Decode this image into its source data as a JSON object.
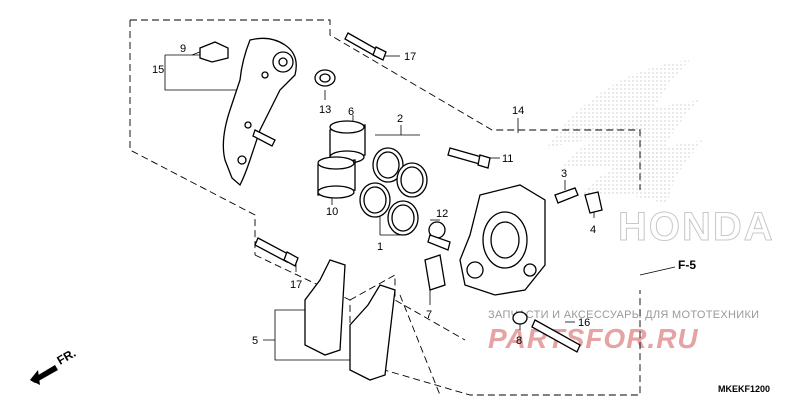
{
  "callouts": {
    "c15": "15",
    "c9": "9",
    "c13": "13",
    "c6": "6",
    "c2": "2",
    "c10": "10",
    "c1": "1",
    "c17a": "17",
    "c17b": "17",
    "c14": "14",
    "c11": "11",
    "c3": "3",
    "c4": "4",
    "c12": "12",
    "c7": "7",
    "c5": "5",
    "c8": "8",
    "c16": "16"
  },
  "refs": {
    "f5": "F-5",
    "front": "FR.",
    "code": "MKEKF1200"
  },
  "watermark": {
    "top": "ЗАПЧАСТИ И АКСЕССУАРЫ ДЛЯ МОТОТЕХНИКИ",
    "brand": "PARTSFOR.RU",
    "honda": "HONDA"
  }
}
